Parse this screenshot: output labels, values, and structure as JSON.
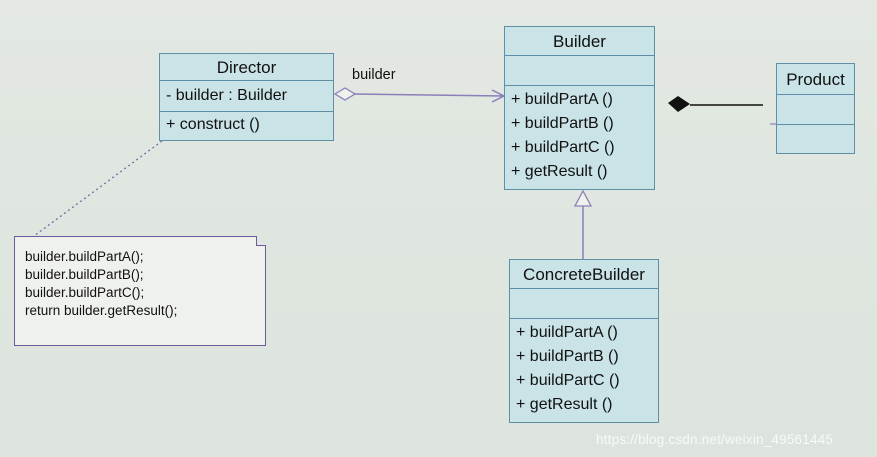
{
  "classes": {
    "director": {
      "name": "Director",
      "attributes": [
        "- builder : Builder"
      ],
      "operations": [
        "+ construct ()"
      ]
    },
    "builder": {
      "name": "Builder",
      "operations": [
        "+ buildPartA ()",
        "+ buildPartB ()",
        "+ buildPartC ()",
        "+ getResult ()"
      ]
    },
    "concrete_builder": {
      "name": "ConcreteBuilder",
      "operations": [
        "+ buildPartA ()",
        "+ buildPartB ()",
        "+ buildPartC ()",
        "+ getResult ()"
      ]
    },
    "product": {
      "name": "Product"
    }
  },
  "association_label": "builder",
  "note": {
    "lines": [
      "builder.buildPartA();",
      "builder.buildPartB();",
      "builder.buildPartC();",
      "return builder.getResult();"
    ]
  },
  "watermark": "https://blog.csdn.net/weixin_49561445",
  "colors": {
    "class_fill": "#c9e3e6",
    "class_border": "#5e8fa6",
    "note_border": "#6d5a9c",
    "background": "#dfe6df"
  }
}
